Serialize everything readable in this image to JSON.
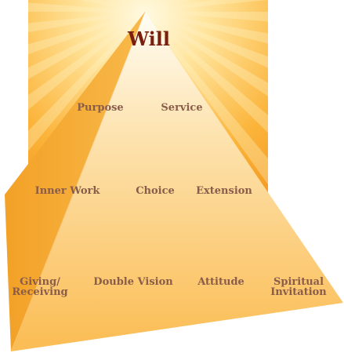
{
  "diagram": {
    "apex": "Will",
    "tiers": [
      {
        "items": [
          "Purpose",
          "Service"
        ]
      },
      {
        "items": [
          "Inner Work",
          "Choice",
          "Extension"
        ]
      },
      {
        "items": [
          {
            "line1": "Giving/",
            "line2": "Receiving"
          },
          {
            "line1": "Double Vision",
            "line2": ""
          },
          {
            "line1": "Attitude",
            "line2": ""
          },
          {
            "line1": "Spiritual",
            "line2": "Invitation"
          }
        ]
      }
    ],
    "colors": {
      "sunburst_center": "#fff6d6",
      "sunburst_outer": "#f08a12",
      "pyramid_front_top": "#fff9ec",
      "pyramid_front_bottom": "#fbc25e",
      "pyramid_side": "#f5a524",
      "label": "#8a5c4a",
      "apex_label": "#7a1e10"
    }
  }
}
